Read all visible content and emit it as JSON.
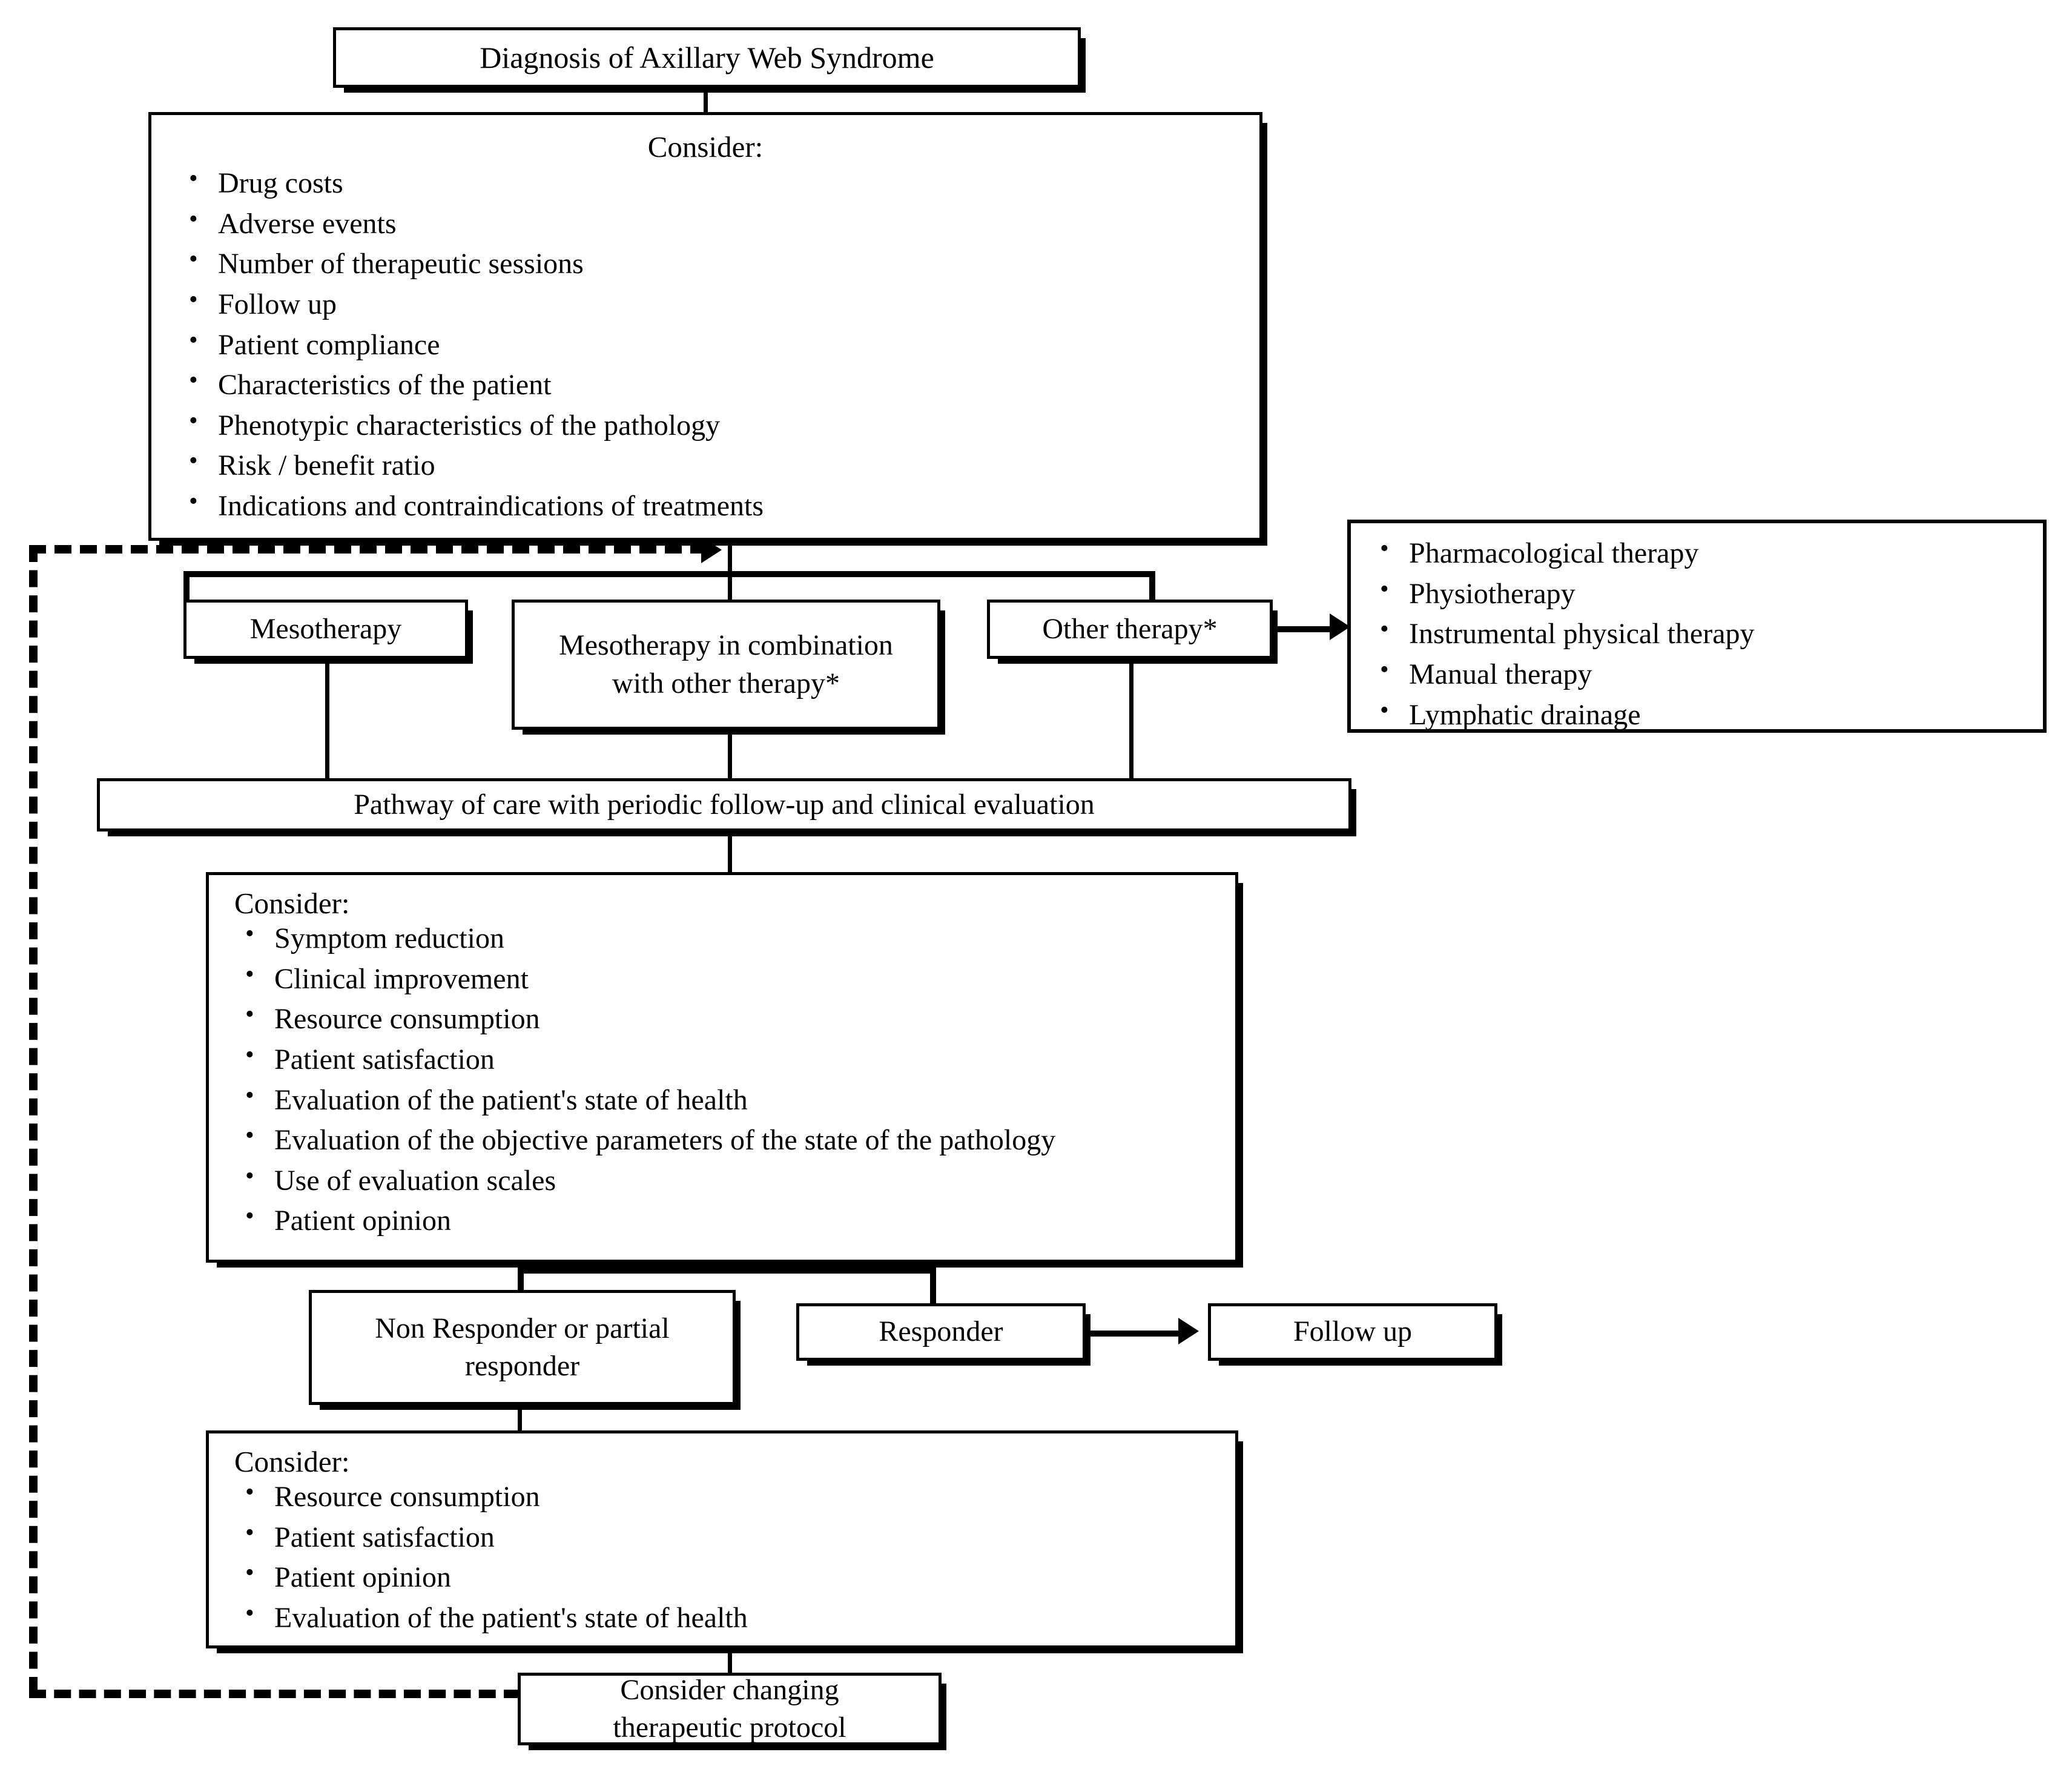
{
  "diagram": {
    "type": "flowchart",
    "title_box": {
      "label": "Diagnosis of Axillary Web Syndrome"
    },
    "consider_initial": {
      "heading": "Consider:",
      "items": [
        "Drug costs",
        "Adverse events",
        "Number of therapeutic sessions",
        "Follow up",
        "Patient compliance",
        "Characteristics of the patient",
        "Phenotypic characteristics of the pathology",
        "Risk / benefit ratio",
        "Indications and contraindications of treatments"
      ]
    },
    "therapy_options": {
      "mesotherapy": "Mesotherapy",
      "mesotherapy_combination": "Mesotherapy in combination with other therapy*",
      "other_therapy": "Other therapy*"
    },
    "other_therapy_list": {
      "items": [
        "Pharmacological therapy",
        "Physiotherapy",
        "Instrumental physical therapy",
        "Manual therapy",
        "Lymphatic drainage"
      ]
    },
    "pathway_bar": {
      "label": "Pathway of care with periodic follow-up and clinical evaluation"
    },
    "consider_outcome": {
      "heading": "Consider:",
      "items": [
        "Symptom reduction",
        "Clinical improvement",
        "Resource consumption",
        "Patient satisfaction",
        "Evaluation of the patient's state of health",
        "Evaluation of the objective parameters of the state of the pathology",
        "Use of evaluation scales",
        "Patient opinion"
      ]
    },
    "response_nodes": {
      "non_responder": "Non Responder or partial responder",
      "responder": "Responder",
      "follow_up": "Follow up"
    },
    "consider_rethink": {
      "heading": "Consider:",
      "items": [
        "Resource consumption",
        "Patient satisfaction",
        "Patient opinion",
        "Evaluation of the patient's state of health"
      ]
    },
    "final_box": {
      "label": "Consider changing therapeutic protocol"
    },
    "colors": {
      "stroke": "#000000",
      "background": "#ffffff"
    }
  }
}
